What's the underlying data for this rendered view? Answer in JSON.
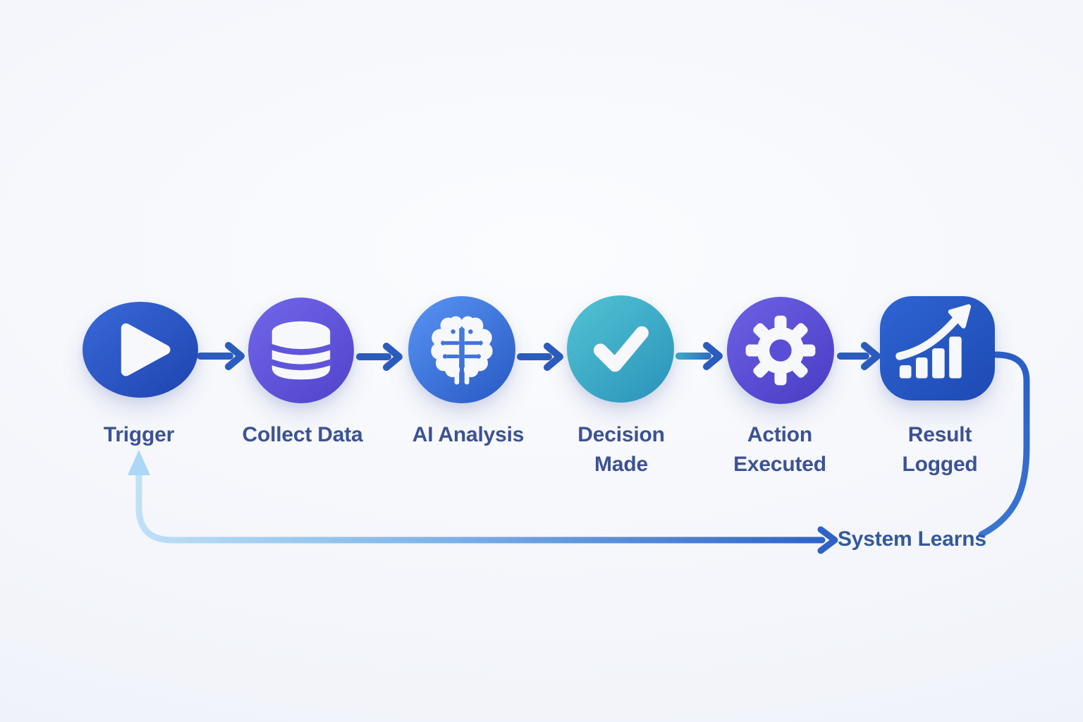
{
  "background": "#f4f6fb",
  "label_color": "#3c5293",
  "arrow_color": "#2b5cbe",
  "icon_color": "#f7f8fc",
  "steps": [
    {
      "label": "Trigger",
      "icon": "play-icon",
      "color_from": "#3766d6",
      "color_to": "#2047b2"
    },
    {
      "label": "Collect Data",
      "icon": "database-icon",
      "color_from": "#6f64e8",
      "color_to": "#5246cd"
    },
    {
      "label": "AI Analysis",
      "icon": "brain-icon",
      "color_from": "#5590f0",
      "color_to": "#2b5dc6"
    },
    {
      "label": "Decision\nMade",
      "icon": "check-icon",
      "color_from": "#4fc0d2",
      "color_to": "#2d96bc"
    },
    {
      "label": "Action\nExecuted",
      "icon": "gear-icon",
      "color_from": "#6a5ee2",
      "color_to": "#4b3fc7"
    },
    {
      "label": "Result\nLogged",
      "icon": "chart-growth-icon",
      "color_from": "#2d62d0",
      "color_to": "#1f4cb6"
    }
  ],
  "feedback": {
    "label": "System Learns",
    "loop_color": "#2e63c6",
    "light_color": "#abd8f5"
  }
}
